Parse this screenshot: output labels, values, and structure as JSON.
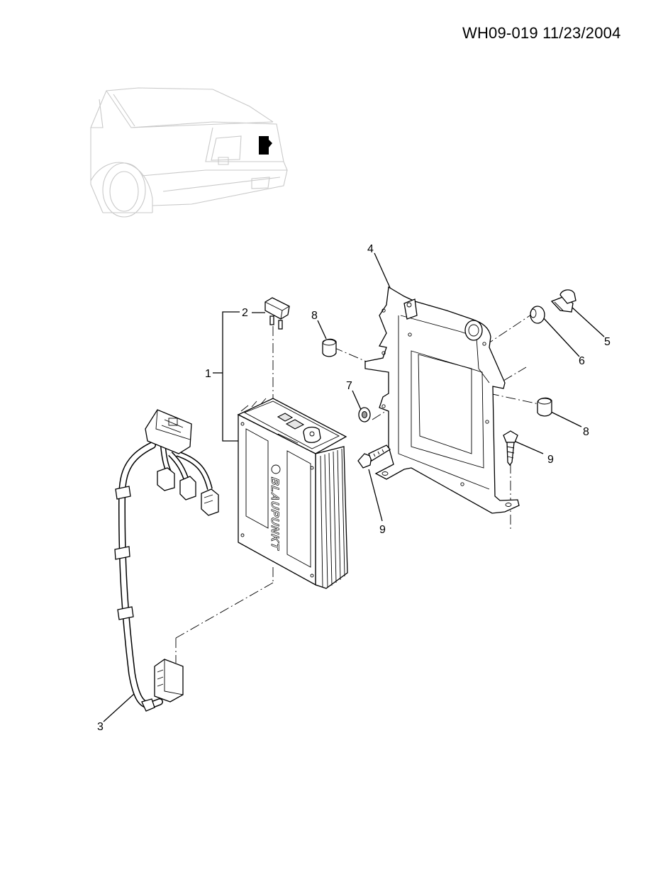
{
  "header": {
    "reference": "WH09-019 11/23/2004"
  },
  "callouts": {
    "c1": "1",
    "c2": "2",
    "c3": "3",
    "c4": "4",
    "c5": "5",
    "c6": "6",
    "c7": "7",
    "c8a": "8",
    "c8b": "8",
    "c9a": "9",
    "c9b": "9"
  },
  "amplifier": {
    "brand": "BLAUPUNKT"
  }
}
